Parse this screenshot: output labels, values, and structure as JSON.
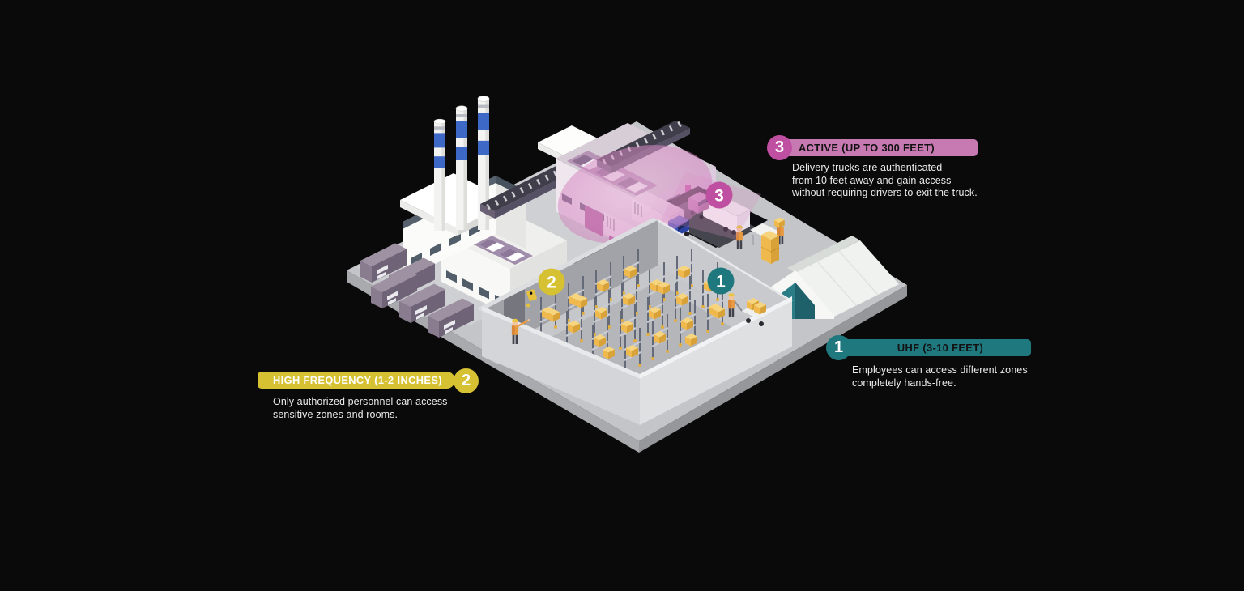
{
  "figure": {
    "type": "isometric infographic",
    "topic": "RFID access zones at an industrial facility"
  },
  "background_color": "#0a0a0b",
  "colors": {
    "teal": "#20787f",
    "yellow": "#d6c133",
    "pink_circle": "#bf4fa1",
    "pink_banner": "#c77ab2",
    "dome_pink": "#d78fc4",
    "box_yellow": "#efb94d",
    "truck_blue": "#3b55bb"
  },
  "callouts": [
    {
      "id": "active",
      "number": "3",
      "title": "ACTIVE (UP TO 300 FEET)",
      "description_lines": [
        "Delivery trucks are authenticated",
        "from 10 feet away and gain access",
        "without requiring drivers to exit the truck."
      ]
    },
    {
      "id": "high-frequency",
      "number": "2",
      "title": "HIGH FREQUENCY (1-2 INCHES)",
      "description_lines": [
        "Only authorized personnel can access",
        "sensitive zones and rooms.",
        ""
      ]
    },
    {
      "id": "uhf",
      "number": "1",
      "title": "UHF (3-10 FEET)",
      "description_lines": [
        "Employees can access different zones",
        "completely hands-free.",
        ""
      ]
    }
  ],
  "markers": {
    "m1": "1",
    "m2": "2",
    "m3": "3"
  }
}
